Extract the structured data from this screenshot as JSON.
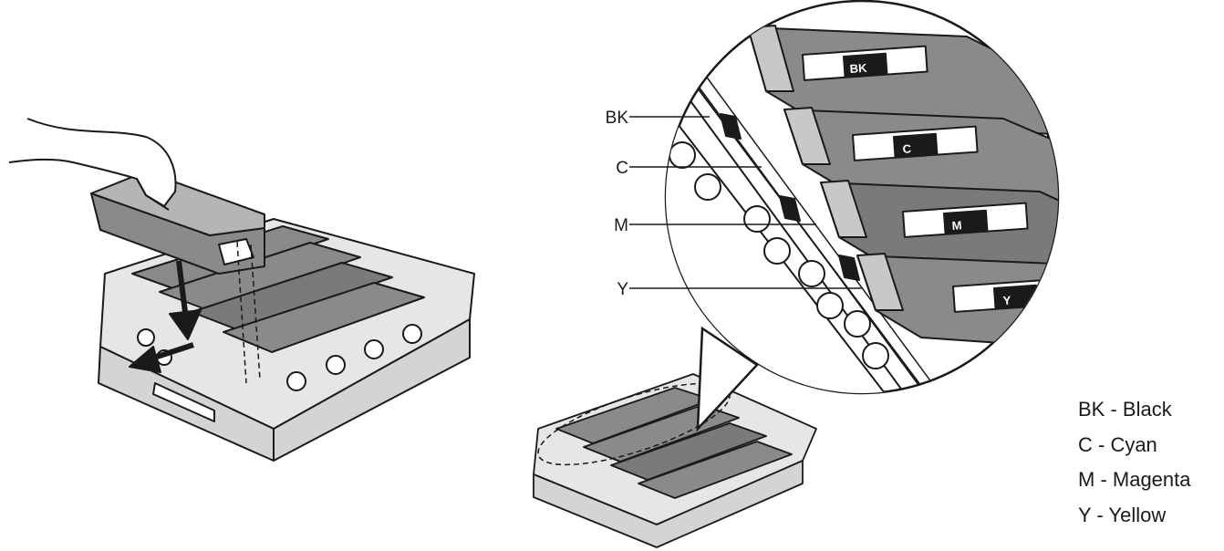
{
  "callouts": [
    {
      "label": "BK"
    },
    {
      "label": "C"
    },
    {
      "label": "M"
    },
    {
      "label": "Y"
    }
  ],
  "cartridge_tags": [
    "BK",
    "C",
    "M",
    "Y"
  ],
  "legend": [
    {
      "text": "BK - Black"
    },
    {
      "text": "C - Cyan"
    },
    {
      "text": "M - Magenta"
    },
    {
      "text": "Y - Yellow"
    }
  ],
  "colors": {
    "line": "#1a1a1a",
    "body": "#8a8a8a",
    "dark": "#5e5e5e",
    "light": "#c8c8c8"
  }
}
